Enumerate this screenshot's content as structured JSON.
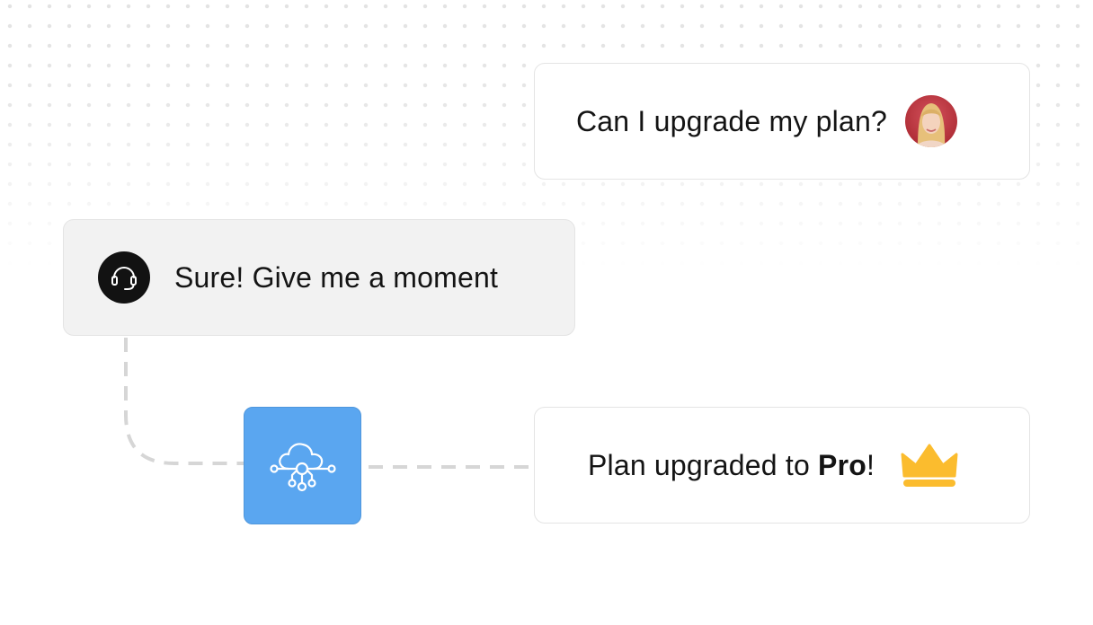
{
  "messages": {
    "user": {
      "text": "Can I upgrade my plan?",
      "avatar_icon": "user-avatar-photo"
    },
    "agent": {
      "text": "Sure! Give me a moment",
      "icon": "headset-icon"
    },
    "result": {
      "prefix": "Plan upgraded to ",
      "plan_name": "Pro",
      "suffix": "!",
      "icon": "crown-icon"
    }
  },
  "integration": {
    "icon": "cloud-network-icon"
  },
  "colors": {
    "integration_bg": "#5aa6f0",
    "agent_bubble_bg": "#f2f2f2",
    "crown": "#fbbc2e",
    "connector": "#d6d6d6"
  }
}
